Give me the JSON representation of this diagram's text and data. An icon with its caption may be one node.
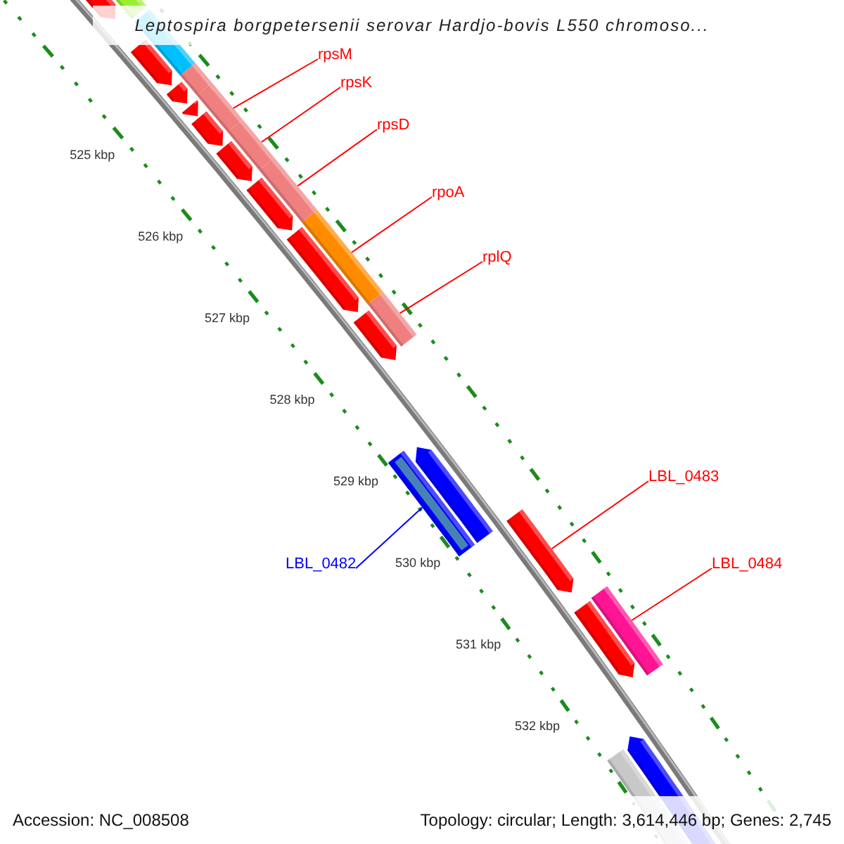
{
  "diagram": {
    "title": "Leptospira borgpetersenii serovar Hardjo-bovis L550 chromoso...",
    "nodes": [
      {
        "text": [
          "rpsM"
        ]
      },
      {
        "text": [
          "rpsK"
        ]
      },
      {
        "text": [
          "rpsD"
        ]
      },
      {
        "text": [
          "rpoA"
        ]
      },
      {
        "text": [
          "rplQ"
        ]
      },
      {
        "text": [
          "LBL_0483"
        ]
      },
      {
        "text": [
          "LBL_0482"
        ]
      },
      {
        "text": [
          "LBL_0484"
        ]
      },
      {
        "text": [],
        "shape": "bar"
      },
      {
        "text": [],
        "shape": "bar"
      },
      {
        "text": [],
        "shape": "bar"
      },
      {
        "text": [],
        "shape": "bar"
      },
      {
        "text": [],
        "shape": "bar"
      },
      {
        "text": [],
        "shape": "bar"
      },
      {
        "text": [],
        "shape": "bar"
      },
      {
        "text": [],
        "shape": "bar"
      }
    ],
    "edges": [
      {
        "from": 0,
        "to": 8,
        "arrow": "none"
      },
      {
        "from": 1,
        "to": 9,
        "arrow": "none"
      },
      {
        "from": 2,
        "to": 10,
        "arrow": "none"
      },
      {
        "from": 3,
        "to": 11,
        "arrow": "none"
      },
      {
        "from": 4,
        "to": 12,
        "arrow": "none"
      },
      {
        "from": 5,
        "to": 13,
        "arrow": "none"
      },
      {
        "from": 6,
        "to": 14,
        "arrow": "none",
        "color": "#0000ff"
      },
      {
        "from": 7,
        "to": 15,
        "arrow": "none"
      }
    ],
    "labels": [
      "525 kbp",
      "526 kbp",
      "527 kbp",
      "528 kbp",
      "529 kbp",
      "530 kbp",
      "531 kbp",
      "532 kbp",
      "Accession: NC_008508",
      "Topology: circular; Length: 3,614,446 bp; Genes: 2,745"
    ]
  }
}
